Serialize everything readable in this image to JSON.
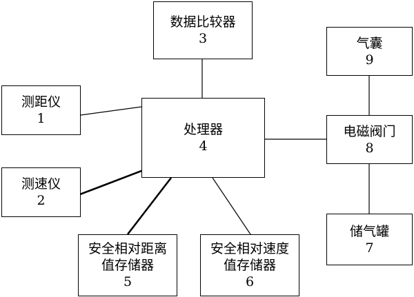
{
  "nodes": [
    {
      "id": "n1",
      "lines": [
        "测距仪",
        "1"
      ]
    },
    {
      "id": "n2",
      "lines": [
        "测速仪",
        "2"
      ]
    },
    {
      "id": "n3",
      "lines": [
        "数据比较器",
        "3"
      ]
    },
    {
      "id": "n4",
      "lines": [
        "处理器",
        "4"
      ]
    },
    {
      "id": "n5",
      "lines": [
        "安全相对距离",
        "值存储器",
        "5"
      ]
    },
    {
      "id": "n6",
      "lines": [
        "安全相对速度",
        "值存储器",
        "6"
      ]
    },
    {
      "id": "n7",
      "lines": [
        "储气罐",
        "7"
      ]
    },
    {
      "id": "n8",
      "lines": [
        "电磁阀门",
        "8"
      ]
    },
    {
      "id": "n9",
      "lines": [
        "气囊",
        "9"
      ]
    }
  ],
  "edges": [
    {
      "from": "n1",
      "to": "n4"
    },
    {
      "from": "n2",
      "to": "n4"
    },
    {
      "from": "n3",
      "to": "n4"
    },
    {
      "from": "n4",
      "to": "n5"
    },
    {
      "from": "n4",
      "to": "n6"
    },
    {
      "from": "n4",
      "to": "n8"
    },
    {
      "from": "n9",
      "to": "n8"
    },
    {
      "from": "n7",
      "to": "n8"
    }
  ]
}
